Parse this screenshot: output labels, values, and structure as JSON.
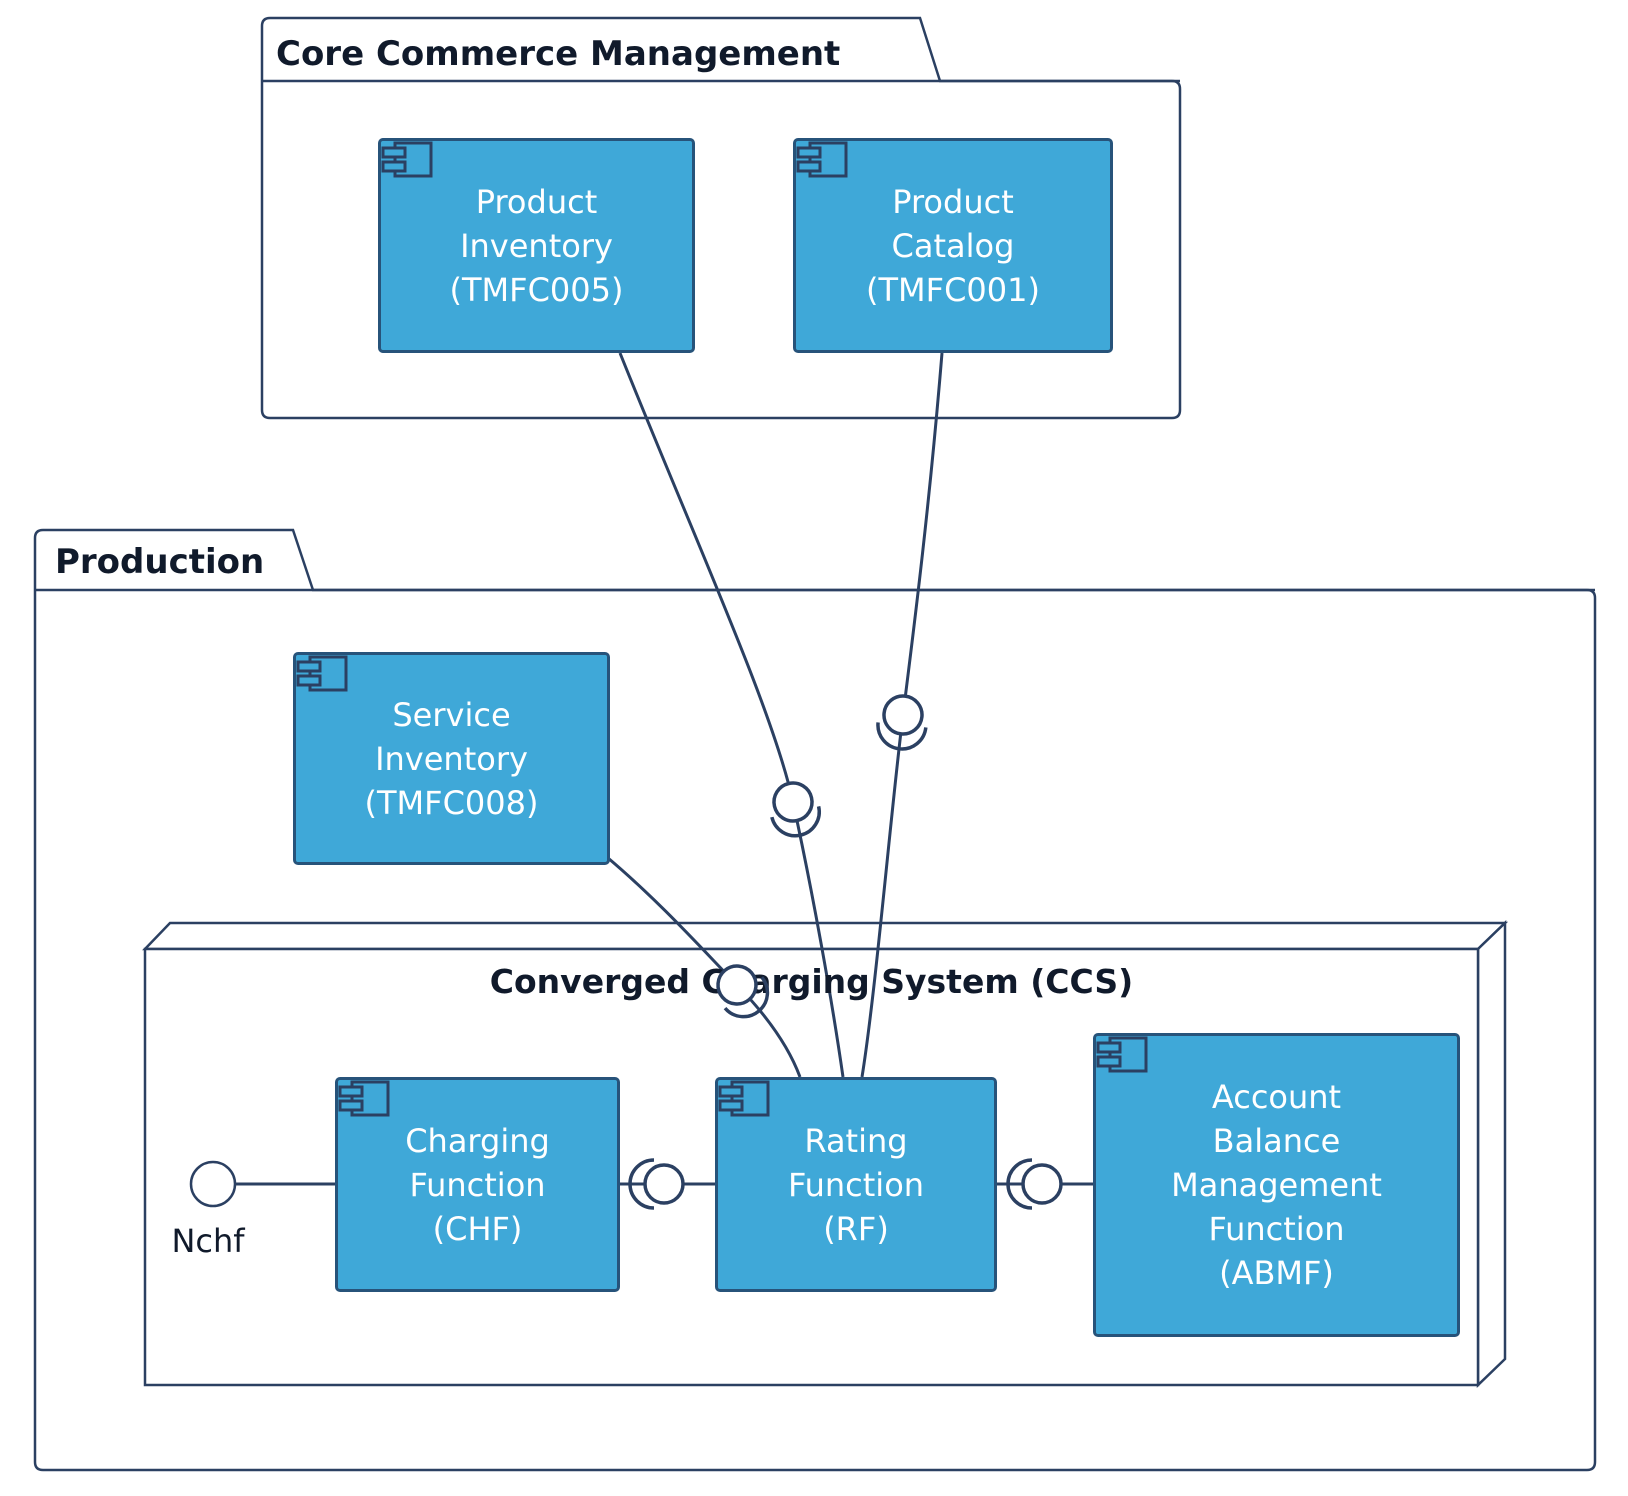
{
  "packages": {
    "core_commerce": {
      "title": "Core Commerce Management"
    },
    "production": {
      "title": "Production"
    }
  },
  "node_ccs": {
    "title": "Converged Charging System (CCS)"
  },
  "components": {
    "product_inventory": {
      "label": "Product\nInventory\n(TMFC005)"
    },
    "product_catalog": {
      "label": "Product\nCatalog\n(TMFC001)"
    },
    "service_inventory": {
      "label": "Service\nInventory\n(TMFC008)"
    },
    "charging_function": {
      "label": "Charging\nFunction\n(CHF)"
    },
    "rating_function": {
      "label": "Rating\nFunction\n(RF)"
    },
    "abmf": {
      "label": "Account\nBalance\nManagement\nFunction\n(ABMF)"
    }
  },
  "interfaces": {
    "nchf": {
      "label": "Nchf"
    }
  },
  "colors": {
    "background": "#FFFFFF",
    "line": "#2B4062",
    "package_border": "#2B4062",
    "component_fill": "#3FA8D8",
    "component_border": "#27537A",
    "component_text": "#FFFFFF",
    "title_text": "#101A2B"
  }
}
